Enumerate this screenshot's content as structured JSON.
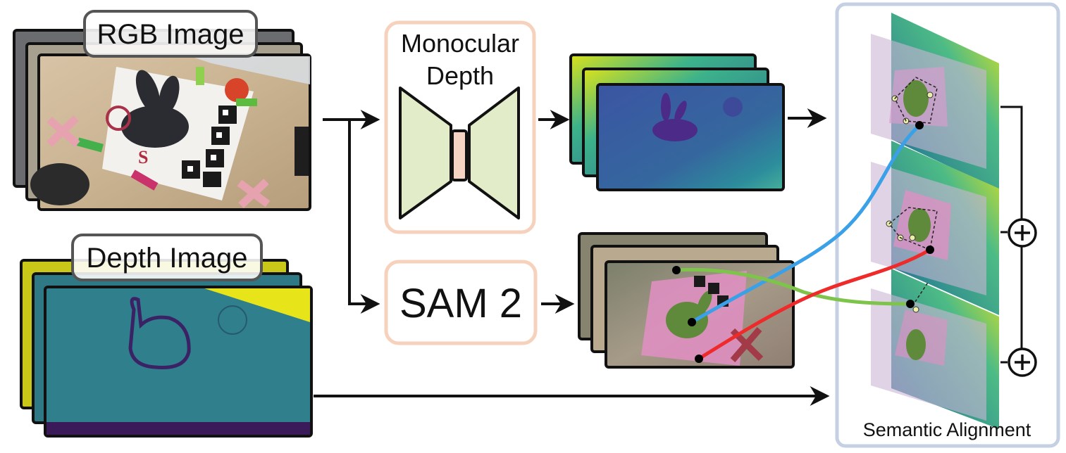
{
  "labels": {
    "rgb_image": "RGB Image",
    "depth_image": "Depth Image",
    "monocular_line1": "Monocular",
    "monocular_line2": "Depth",
    "sam2": "SAM 2",
    "semantic_alignment": "Semantic Alignment"
  },
  "colors": {
    "module_border": "#f6d2bd",
    "alignment_border": "#c5d1e3",
    "encoder_fill": "#e3ecc9",
    "bottleneck_fill": "#f6d4c3",
    "match_blue": "#3aa0e8",
    "match_green": "#7ec44a",
    "match_red": "#ee2a2a",
    "depth_teal": "#2f7f8c",
    "depth_yellow": "#e7e419",
    "depth_navy": "#3b4f8f",
    "mask_pink": "#e28fc4",
    "object_green": "#5f8a3c"
  },
  "icons": [
    "plus-circle-icon",
    "arrow-icon"
  ]
}
